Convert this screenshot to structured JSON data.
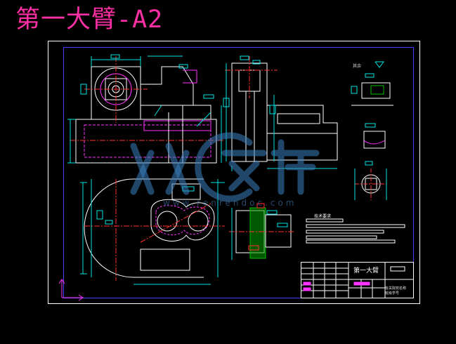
{
  "title": "第一大臂-A2",
  "technical_requirements": "技术要求",
  "surface_note": "其余",
  "title_block": {
    "part_name": "第一大臂",
    "school_line1": "有关院校名称",
    "school_line2": "班级学号"
  },
  "watermark": {
    "text": "www.renrendoc.com"
  },
  "colors": {
    "background": "#000000",
    "title": "#ff2fa6",
    "frame": "#ffffff",
    "inner_frame": "#4a3cff",
    "geometry": "#ffffff",
    "dimension": "#00e5e5",
    "center_line": "#ff3030",
    "hidden": "#ff33ff",
    "hatch": "#00c000",
    "watermark": "#3a7fc0"
  }
}
